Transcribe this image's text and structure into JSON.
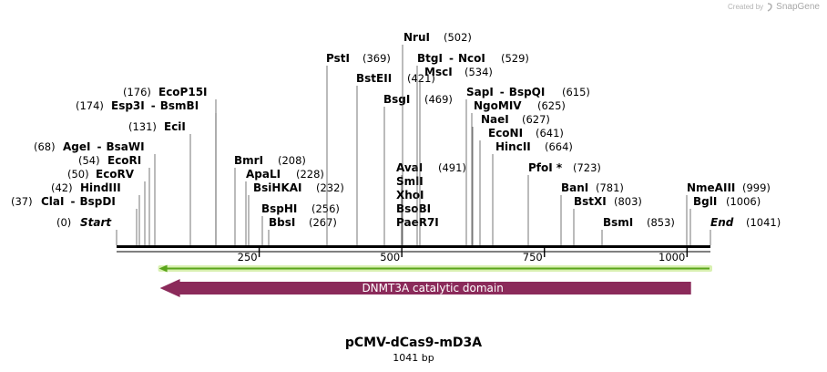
{
  "watermark": {
    "prefix": "Created by",
    "brand": "SnapGene"
  },
  "map": {
    "name": "pCMV-dCas9-mD3A",
    "length_label": "1041 bp",
    "length": 1041,
    "ruler": {
      "ticks": [
        250,
        500,
        750,
        1000
      ],
      "labels": [
        "250",
        "500",
        "750",
        "1000"
      ]
    },
    "colors": {
      "feature_fill": "#8b2a5a",
      "primer_line": "#5aa51b",
      "primer_glow": "#d8f0b0",
      "leader": "#555555"
    },
    "features": [
      {
        "label": "DNMT3A catalytic domain",
        "start": 76,
        "end": 1007,
        "direction": "reverse"
      }
    ],
    "primers": [
      {
        "start": 76,
        "end": 1041,
        "direction": "reverse"
      }
    ],
    "sites": [
      {
        "name": "Start",
        "position": 0,
        "position_label": "(0)",
        "italic": true
      },
      {
        "name": "ClaI",
        "second_name": "BspDI",
        "position": 37,
        "position_label": "(37)"
      },
      {
        "name": "HindIII",
        "position": 42,
        "position_label": "(42)"
      },
      {
        "name": "EcoRV",
        "position": 50,
        "position_label": "(50)"
      },
      {
        "name": "EcoRI",
        "position": 54,
        "position_label": "(54)"
      },
      {
        "name": "AgeI",
        "second_name": "BsaWI",
        "position": 68,
        "position_label": "(68)"
      },
      {
        "name": "EciI",
        "position": 131,
        "position_label": "(131)"
      },
      {
        "name": "Esp3I",
        "second_name": "BsmBI",
        "position": 174,
        "position_label": "(174)"
      },
      {
        "name": "EcoP15I",
        "position": 176,
        "position_label": "(176)"
      },
      {
        "name": "BmrI",
        "position": 208,
        "position_label": "(208)"
      },
      {
        "name": "ApaLI",
        "position": 228,
        "position_label": "(228)"
      },
      {
        "name": "BsiHKAI",
        "position": 232,
        "position_label": "(232)"
      },
      {
        "name": "BspHI",
        "position": 256,
        "position_label": "(256)"
      },
      {
        "name": "BbsI",
        "position": 267,
        "position_label": "(267)"
      },
      {
        "name": "PstI",
        "position": 369,
        "position_label": "(369)"
      },
      {
        "name": "BstEII",
        "position": 421,
        "position_label": "(421)"
      },
      {
        "name": "BsgI",
        "position": 469,
        "position_label": "(469)"
      },
      {
        "name": "NruI",
        "position": 502,
        "position_label": "(502)"
      },
      {
        "name": "AvaI",
        "position": 491,
        "position_label": "(491)"
      },
      {
        "name": "SmlI",
        "position": 491,
        "position_label": ""
      },
      {
        "name": "XhoI",
        "position": 491,
        "position_label": ""
      },
      {
        "name": "BsoBI",
        "position": 491,
        "position_label": ""
      },
      {
        "name": "PaeR7I",
        "position": 491,
        "position_label": ""
      },
      {
        "name": "BtgI",
        "second_name": "NcoI",
        "position": 529,
        "position_label": "(529)"
      },
      {
        "name": "MscI",
        "position": 534,
        "position_label": "(534)"
      },
      {
        "name": "SapI",
        "second_name": "BspQI",
        "position": 615,
        "position_label": "(615)"
      },
      {
        "name": "NgoMIV",
        "position": 625,
        "position_label": "(625)"
      },
      {
        "name": "NaeI",
        "position": 627,
        "position_label": "(627)"
      },
      {
        "name": "EcoNI",
        "position": 641,
        "position_label": "(641)"
      },
      {
        "name": "HincII",
        "position": 664,
        "position_label": "(664)"
      },
      {
        "name": "PfoI *",
        "position": 723,
        "position_label": "(723)"
      },
      {
        "name": "BanI",
        "position": 781,
        "position_label": "(781)"
      },
      {
        "name": "BstXI",
        "position": 803,
        "position_label": "(803)"
      },
      {
        "name": "BsmI",
        "position": 853,
        "position_label": "(853)"
      },
      {
        "name": "NmeAIII",
        "position": 999,
        "position_label": "(999)"
      },
      {
        "name": "BglI",
        "position": 1006,
        "position_label": "(1006)"
      },
      {
        "name": "End",
        "position": 1041,
        "position_label": "(1041)",
        "italic": true
      }
    ]
  }
}
